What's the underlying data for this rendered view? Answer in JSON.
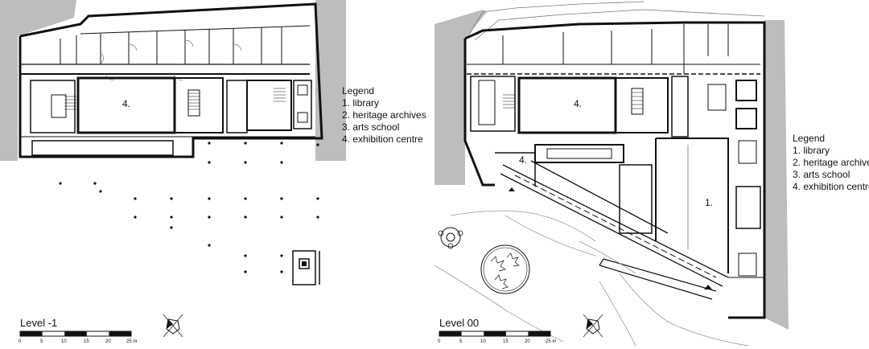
{
  "legend_title": "Legend",
  "legend_items": [
    "1. library",
    "2. heritage archives",
    "3. arts school",
    "4. exhibition centre"
  ],
  "levels": {
    "minus1": {
      "label": "Level -1",
      "room_label": "4."
    },
    "ground": {
      "label": "Level 00",
      "room_labels": [
        "4.",
        "4.",
        "1."
      ]
    }
  },
  "scale_ticks": [
    "0",
    "5",
    "10",
    "15",
    "20",
    "25 m"
  ],
  "colors": {
    "wall": "#111111",
    "terrain": "#bdbdbd",
    "line": "#555555"
  }
}
